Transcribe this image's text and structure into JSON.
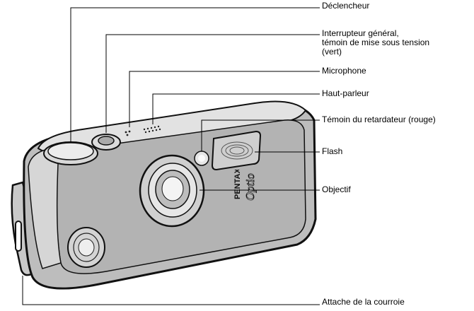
{
  "labels": {
    "shutter": "Déclencheur",
    "power": "Interrupteur général,\ntémoin de mise sous tension\n(vert)",
    "microphone": "Microphone",
    "speaker": "Haut-parleur",
    "self_timer": "Témoin du retardateur (rouge)",
    "flash": "Flash",
    "lens": "Objectif",
    "strap": "Attache de la courroie"
  },
  "camera": {
    "brand": "PENTAX",
    "model": "Optio"
  }
}
